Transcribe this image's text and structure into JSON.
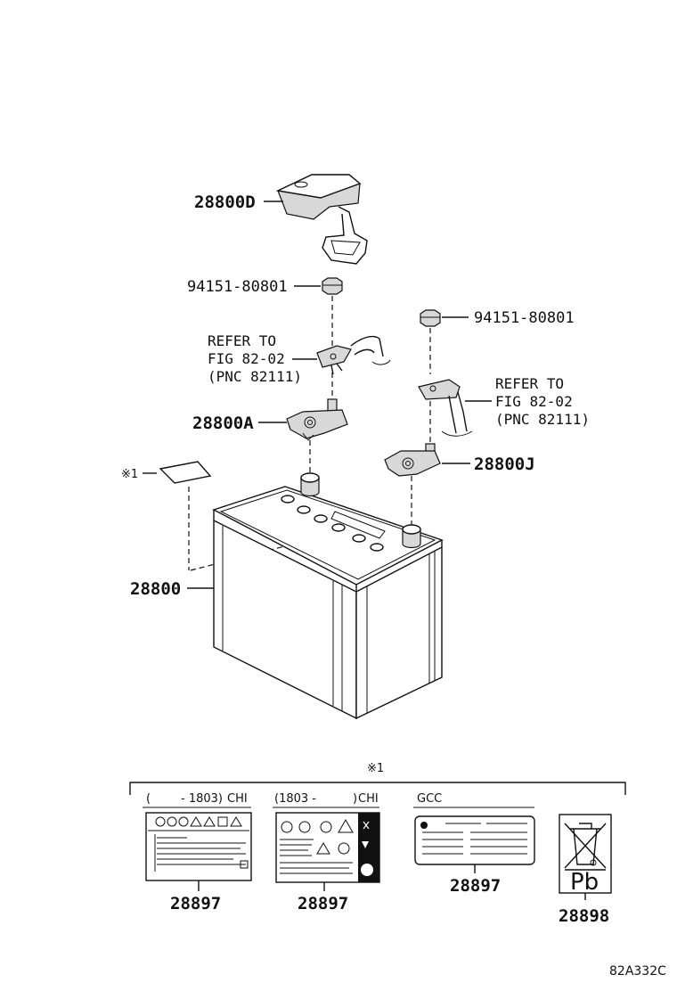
{
  "parts": {
    "cover": "28800D",
    "nut_left": "94151-80801",
    "nut_right": "94151-80801",
    "terminal_pos": "28800A",
    "terminal_neg": "28800J",
    "battery": "28800",
    "note_mark": "※1"
  },
  "refers": {
    "left": {
      "line1": "REFER TO",
      "line2": "FIG 82-02",
      "line3": "(PNC 82111)"
    },
    "right": {
      "line1": "REFER TO",
      "line2": "FIG 82-02",
      "line3": "(PNC 82111)"
    }
  },
  "labels_section": {
    "mark": "※1",
    "groups": [
      {
        "header_open": "(",
        "header_date": "- 1803)",
        "header_region": "CHI",
        "part": "28897"
      },
      {
        "header_open": "(1803 -",
        "header_date": ")",
        "header_region": "CHI",
        "part": "28897"
      },
      {
        "header_open": "",
        "header_date": "",
        "header_region": "GCC",
        "part": "28897"
      },
      {
        "header_open": "",
        "header_date": "",
        "header_region": "",
        "part": "28898",
        "symbol": "Pb"
      }
    ]
  },
  "figure_id": "82A332C"
}
